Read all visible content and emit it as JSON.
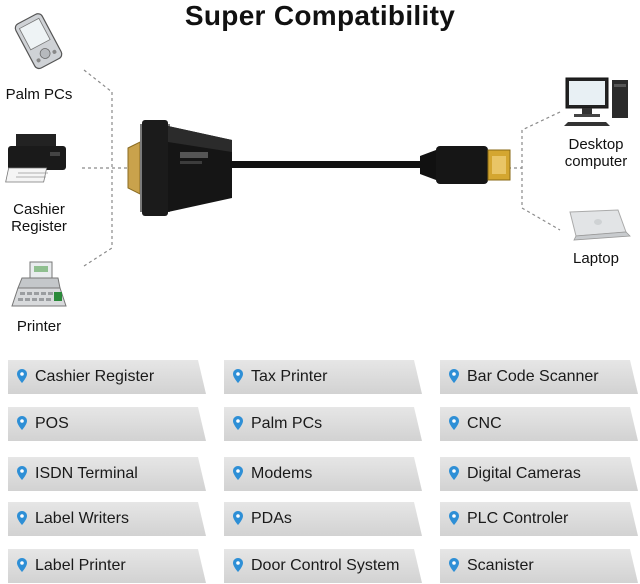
{
  "title": "Super Compatibility",
  "left_devices": [
    {
      "label": "Palm PCs",
      "icon": "pda-icon"
    },
    {
      "label": "Cashier\nRegister",
      "icon": "cashier-register-icon"
    },
    {
      "label": "Printer",
      "icon": "printer-icon"
    }
  ],
  "right_devices": [
    {
      "label": "Desktop\ncomputer",
      "icon": "desktop-computer-icon"
    },
    {
      "label": "Laptop",
      "icon": "laptop-icon"
    }
  ],
  "cable": {
    "connector_left": "DB9 serial connector",
    "connector_right": "USB-A connector"
  },
  "compatibility_list": [
    [
      "Cashier Register",
      "Tax Printer",
      "Bar Code Scanner"
    ],
    [
      "POS",
      "Palm PCs",
      "CNC"
    ],
    [
      "ISDN Terminal",
      "Modems",
      "Digital Cameras"
    ],
    [
      "Label Writers",
      "PDAs",
      "PLC Controler"
    ],
    [
      "Label Printer",
      "Door Control System",
      "Scanister"
    ]
  ],
  "colors": {
    "pin": "#2e8fd6",
    "cell_bg": "#dcdcdc",
    "cable": "#111111",
    "gold": "#d4a630"
  }
}
